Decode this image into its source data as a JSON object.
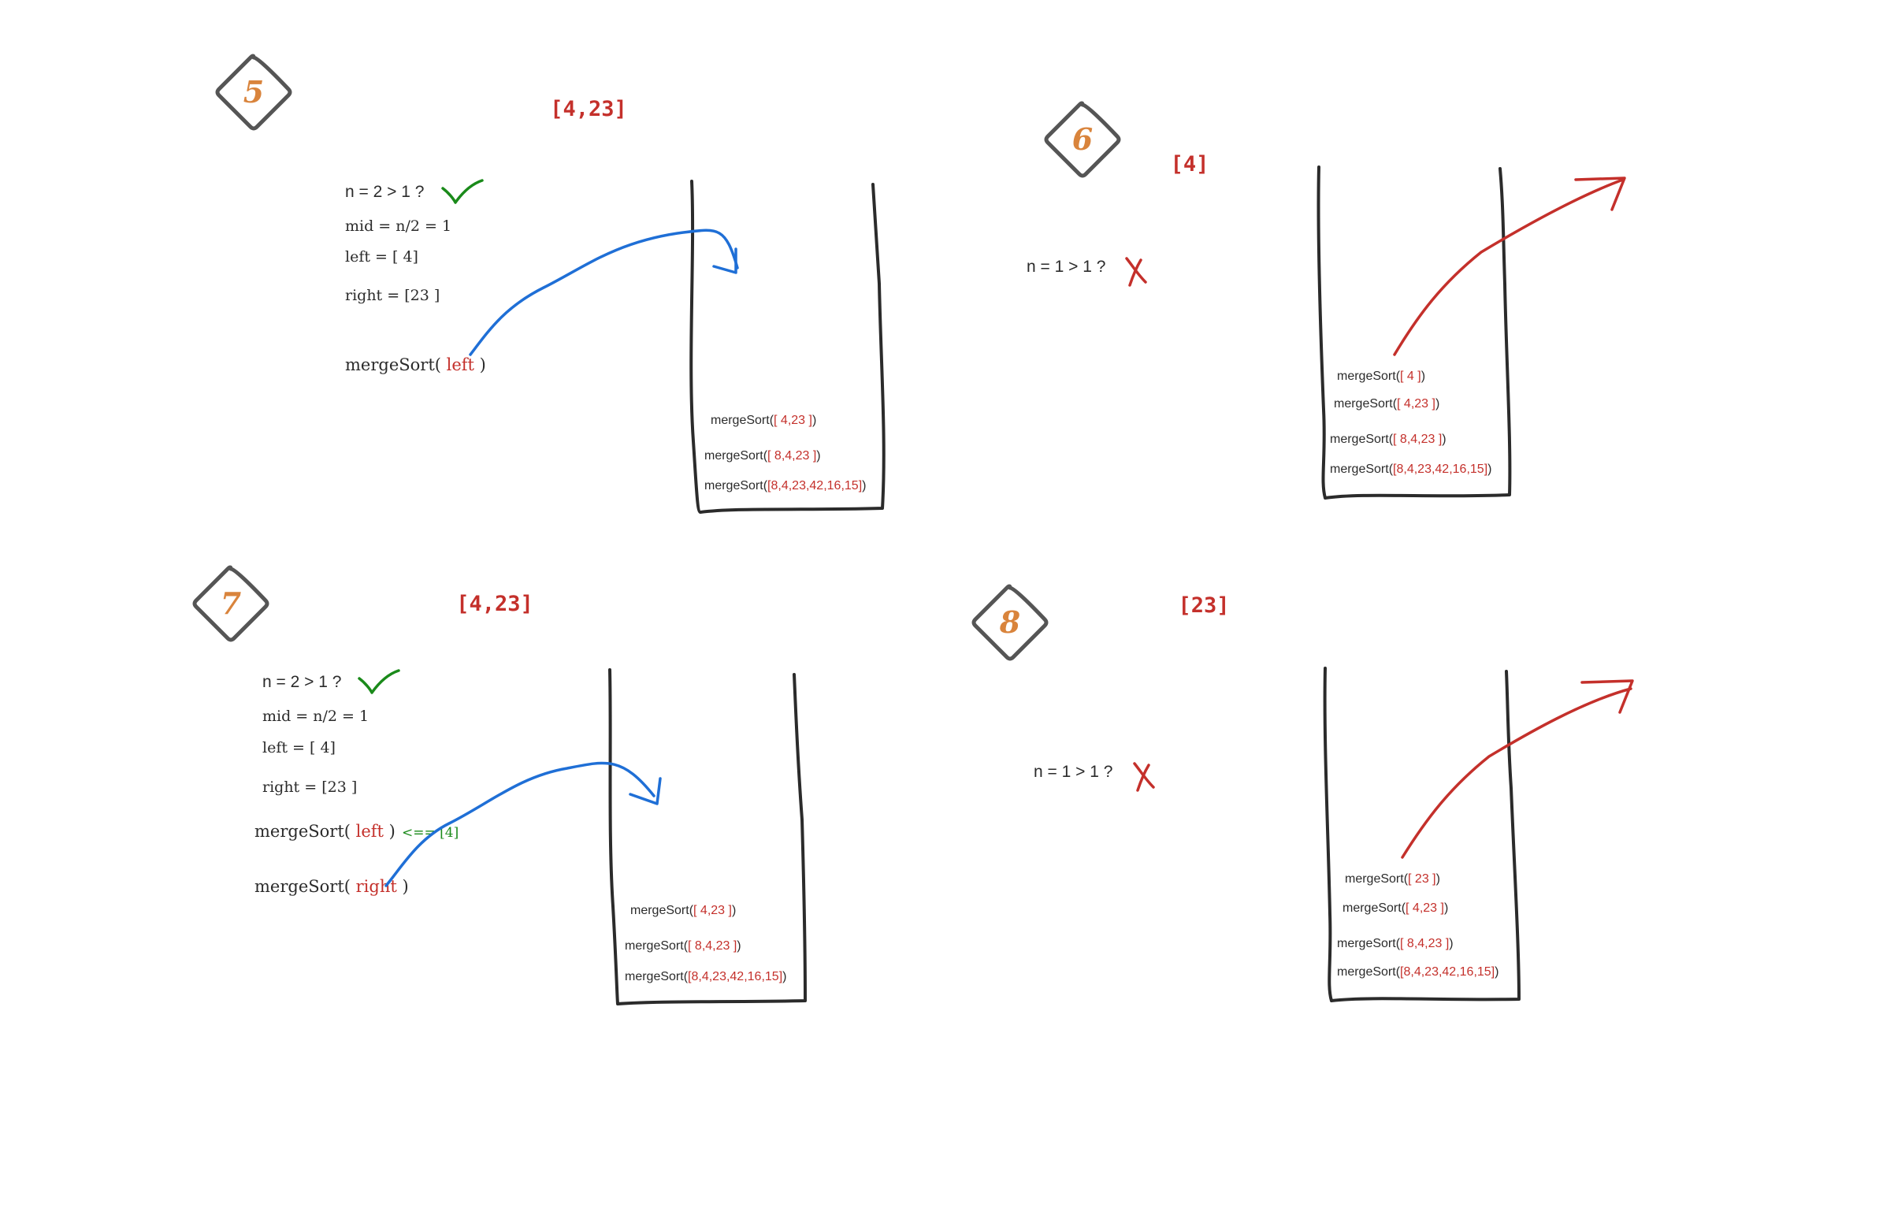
{
  "colors": {
    "ink": "#2b2b2b",
    "red": "#c4302b",
    "blue": "#1f6fd6",
    "green": "#1a8a1a",
    "orange": "#d9843c",
    "badge_stroke": "#555555"
  },
  "panels": [
    {
      "step": "5",
      "array": "[4,23]",
      "cond": "n = 2 > 1 ?",
      "cond_mark": "check",
      "lines": [
        "mid = n/2 = 1",
        "left = [ 4]",
        "right = [23 ]"
      ],
      "calls": [
        {
          "prefix": "mergeSort(",
          "arg": " left",
          "suffix": " )",
          "note": ""
        }
      ],
      "stack": [
        {
          "prefix": "mergeSort(",
          "arg": "[ 4,23 ]",
          "suffix": ")"
        },
        {
          "prefix": "mergeSort(",
          "arg": "[ 8,4,23 ]",
          "suffix": ")"
        },
        {
          "prefix": "mergeSort(",
          "arg": "[8,4,23,42,16,15]",
          "suffix": ")"
        }
      ],
      "arrow": "push"
    },
    {
      "step": "6",
      "array": "[4]",
      "cond": "n = 1 > 1 ?",
      "cond_mark": "cross",
      "lines": [],
      "calls": [],
      "stack": [
        {
          "prefix": "mergeSort(",
          "arg": "[ 4 ]",
          "suffix": ")"
        },
        {
          "prefix": "mergeSort(",
          "arg": "[ 4,23 ]",
          "suffix": ")"
        },
        {
          "prefix": "mergeSort(",
          "arg": "[ 8,4,23 ]",
          "suffix": ")"
        },
        {
          "prefix": "mergeSort(",
          "arg": "[8,4,23,42,16,15]",
          "suffix": ")"
        }
      ],
      "arrow": "pop"
    },
    {
      "step": "7",
      "array": "[4,23]",
      "cond": "n = 2 > 1 ?",
      "cond_mark": "check",
      "lines": [
        "mid = n/2 = 1",
        "left = [ 4]",
        "right = [23 ]"
      ],
      "calls": [
        {
          "prefix": "mergeSort(",
          "arg": " left",
          "suffix": " )",
          "note": "<== [4]"
        },
        {
          "prefix": "mergeSort(",
          "arg": " right",
          "suffix": " )",
          "note": ""
        }
      ],
      "stack": [
        {
          "prefix": "mergeSort(",
          "arg": "[ 4,23 ]",
          "suffix": ")"
        },
        {
          "prefix": "mergeSort(",
          "arg": "[ 8,4,23 ]",
          "suffix": ")"
        },
        {
          "prefix": "mergeSort(",
          "arg": "[8,4,23,42,16,15]",
          "suffix": ")"
        }
      ],
      "arrow": "push"
    },
    {
      "step": "8",
      "array": "[23]",
      "cond": "n = 1 > 1 ?",
      "cond_mark": "cross",
      "lines": [],
      "calls": [],
      "stack": [
        {
          "prefix": "mergeSort(",
          "arg": "[ 23 ]",
          "suffix": ")"
        },
        {
          "prefix": "mergeSort(",
          "arg": "[ 4,23 ]",
          "suffix": ")"
        },
        {
          "prefix": "mergeSort(",
          "arg": "[ 8,4,23 ]",
          "suffix": ")"
        },
        {
          "prefix": "mergeSort(",
          "arg": "[8,4,23,42,16,15]",
          "suffix": ")"
        }
      ],
      "arrow": "pop"
    }
  ]
}
